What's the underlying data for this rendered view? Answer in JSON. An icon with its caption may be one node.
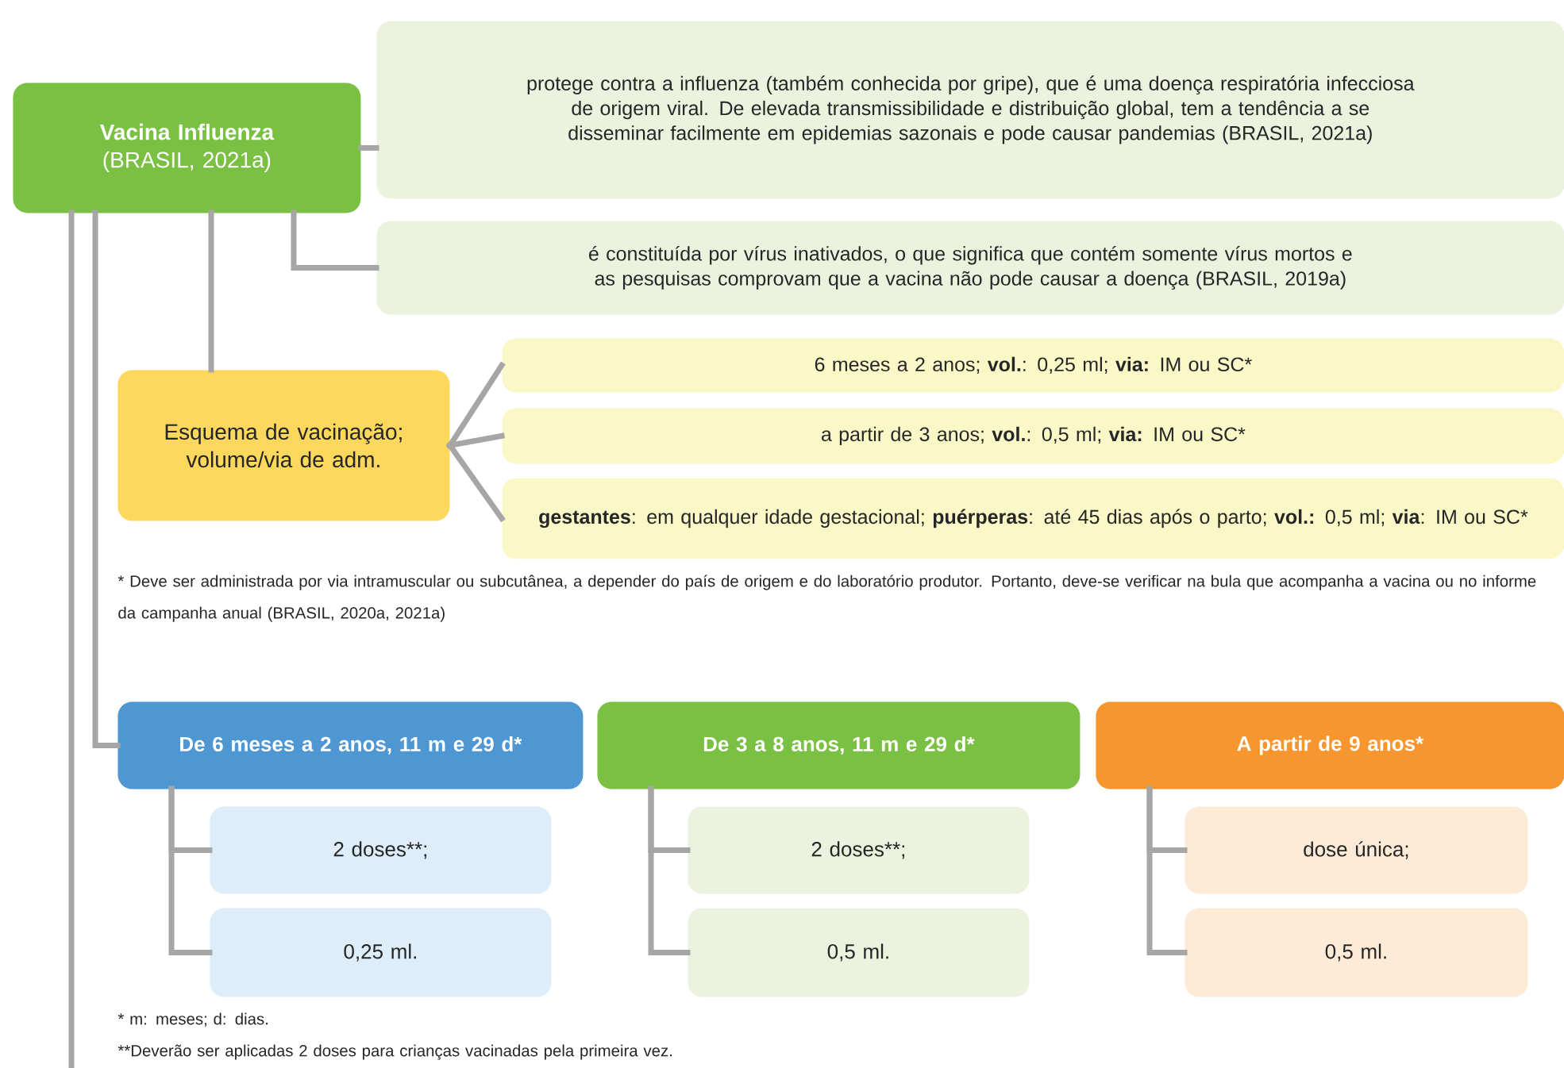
{
  "diagram": {
    "nodes": [
      {
        "text": [
          "Vacina Influenza",
          "(BRASIL, 2021a)"
        ]
      },
      {
        "text": [
          "protege contra a influenza (também conhecida por gripe), que é uma doença respiratória infecciosa de origem viral. De elevada transmissibilidade e distribuição global, tem a tendência a se disseminar facilmente em epidemias sazonais e pode causar pandemias (BRASIL, 2021a)"
        ]
      },
      {
        "text": [
          "é constituída por vírus inativados, o que significa que contém somente vírus mortos e as pesquisas comprovam que a vacina não pode causar a doença (BRASIL, 2019a)"
        ]
      },
      {
        "text": [
          "Esquema de vacinação; volume/via de adm."
        ]
      },
      {
        "text": [
          "6 meses a 2 anos; **vol.**: 0,25 ml; **via:** IM ou SC*"
        ]
      },
      {
        "text": [
          "a partir de 3 anos; **vol.**: 0,5 ml; **via:** IM ou SC*"
        ]
      },
      {
        "text": [
          "**gestantes**: em qualquer idade gestacional; **puérperas**: até 45 dias após o parto; **vol.:** 0,5 ml; **via**: IM ou SC*"
        ]
      },
      {
        "text": [
          "De 6 meses a 2 anos, 11 m e 29 d*"
        ]
      },
      {
        "text": [
          "De 3 a 8 anos, 11 m e 29 d*"
        ]
      },
      {
        "text": [
          "A partir de 9 anos*"
        ]
      },
      {
        "text": [
          "2 doses**;"
        ]
      },
      {
        "text": [
          "0,25 ml."
        ]
      },
      {
        "text": [
          "2 doses**;"
        ]
      },
      {
        "text": [
          "0,5 ml."
        ]
      },
      {
        "text": [
          "dose única;"
        ]
      },
      {
        "text": [
          "0,5 ml."
        ]
      }
    ],
    "edges": [
      {
        "from": 0,
        "to": 1,
        "arrow": "none"
      },
      {
        "from": 0,
        "to": 2,
        "arrow": "none"
      },
      {
        "from": 0,
        "to": 3,
        "arrow": "none"
      },
      {
        "from": 3,
        "to": 4,
        "arrow": "none"
      },
      {
        "from": 3,
        "to": 5,
        "arrow": "none"
      },
      {
        "from": 3,
        "to": 6,
        "arrow": "none"
      },
      {
        "from": 0,
        "to": 7,
        "arrow": "none"
      },
      {
        "from": 0,
        "to": null,
        "arrow": "none"
      },
      {
        "from": 7,
        "to": 10,
        "arrow": "none"
      },
      {
        "from": 7,
        "to": 11,
        "arrow": "none"
      },
      {
        "from": 8,
        "to": 12,
        "arrow": "none"
      },
      {
        "from": 8,
        "to": 13,
        "arrow": "none"
      },
      {
        "from": 9,
        "to": 14,
        "arrow": "none"
      },
      {
        "from": 9,
        "to": 15,
        "arrow": "none"
      }
    ],
    "labels": [
      "* Deve ser administrada por via intramuscular ou subcutânea, a depender do país de origem e do laboratório produtor. Portanto, deve-se verificar na bula que acompanha a vacina ou no informe da campanha anual (BRASIL, 2020a, 2021a)",
      "* m: meses; d: dias.",
      "**Deverão ser aplicadas 2 doses para crianças vacinadas pela primeira vez."
    ]
  }
}
